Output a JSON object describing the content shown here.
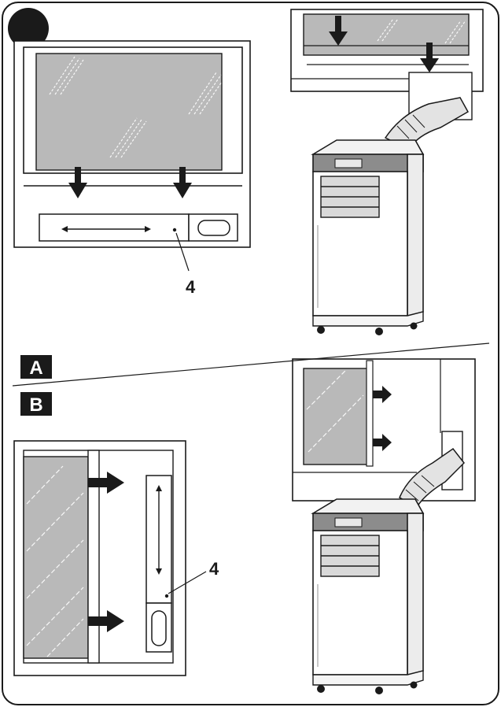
{
  "section_a": {
    "label": "A",
    "part_number": "4"
  },
  "section_b": {
    "label": "B",
    "part_number": "4"
  },
  "colors": {
    "outline": "#1a1a1a",
    "glass": "#b9b9b9",
    "label_bg": "#1a1a1a",
    "label_fg": "#ffffff",
    "unit_band": "#8c8c8c"
  }
}
